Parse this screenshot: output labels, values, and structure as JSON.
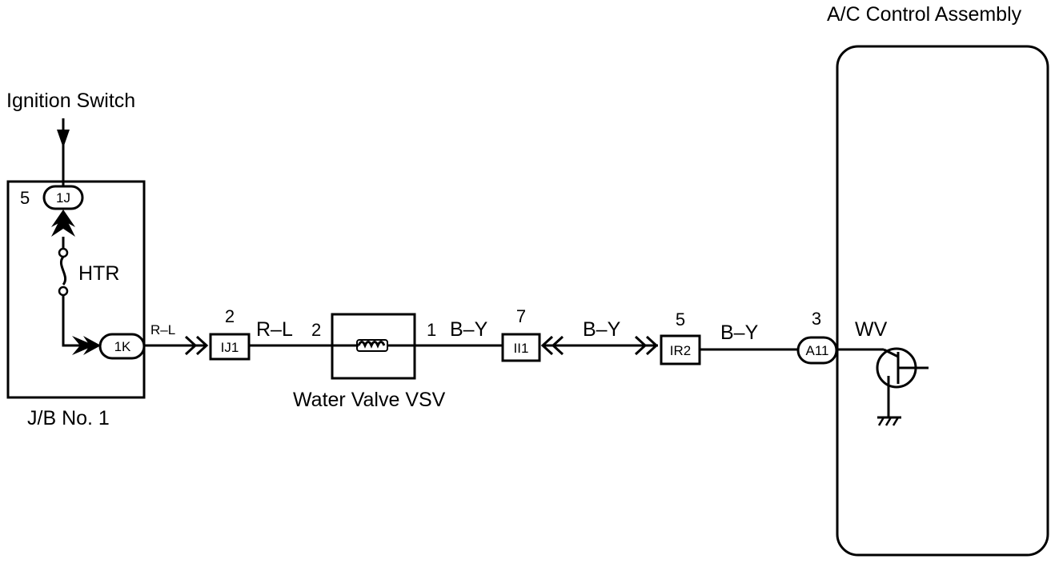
{
  "labels": {
    "ignition_switch": "Ignition Switch",
    "jb": "J/B No. 1",
    "fuse": "HTR",
    "water_valve": "Water Valve VSV",
    "ac_control": "A/C Control Assembly",
    "wv": "WV"
  },
  "connectors": {
    "c1j": "1J",
    "c1k": "1K",
    "ij1": "IJ1",
    "ii1": "II1",
    "ir2": "IR2",
    "a11": "A11"
  },
  "pins": {
    "p_1j": "5",
    "p_ij1": "2",
    "p_vsv_in": "2",
    "p_vsv_out": "1",
    "p_ii1": "7",
    "p_ir2": "5",
    "p_a11": "3"
  },
  "wires": {
    "w1": "R–L",
    "w2": "R–L",
    "w3": "B–Y",
    "w4": "B–Y",
    "w5": "B–Y"
  }
}
